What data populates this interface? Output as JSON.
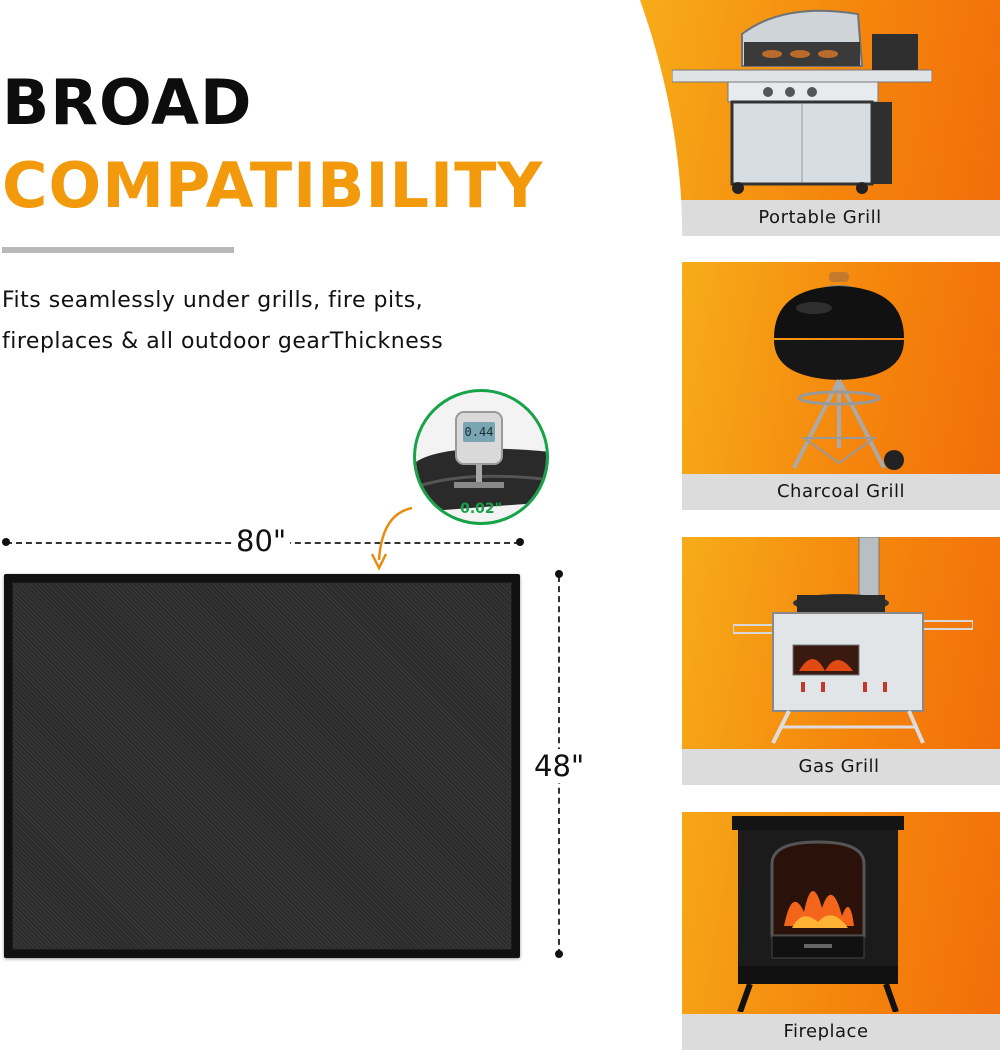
{
  "headline": {
    "line1": "BROAD",
    "line2": "COMPATIBILITY"
  },
  "description": "Fits seamlessly under grills, fire pits, fireplaces & all outdoor gearThickness",
  "mat": {
    "width_label": "80\"",
    "height_label": "48\"",
    "thickness_label": "0.02\"",
    "gauge_reading": "0.44"
  },
  "colors": {
    "accent_orange": "#f29a0c",
    "thickness_green": "#18a348",
    "label_bar": "#dcdcdc"
  },
  "compatibility": [
    {
      "label": "Portable Grill",
      "icon": "gas-grill-icon"
    },
    {
      "label": "Charcoal Grill",
      "icon": "kettle-grill-icon"
    },
    {
      "label": "Gas Grill",
      "icon": "camp-stove-icon"
    },
    {
      "label": "Fireplace",
      "icon": "electric-fireplace-icon"
    }
  ]
}
